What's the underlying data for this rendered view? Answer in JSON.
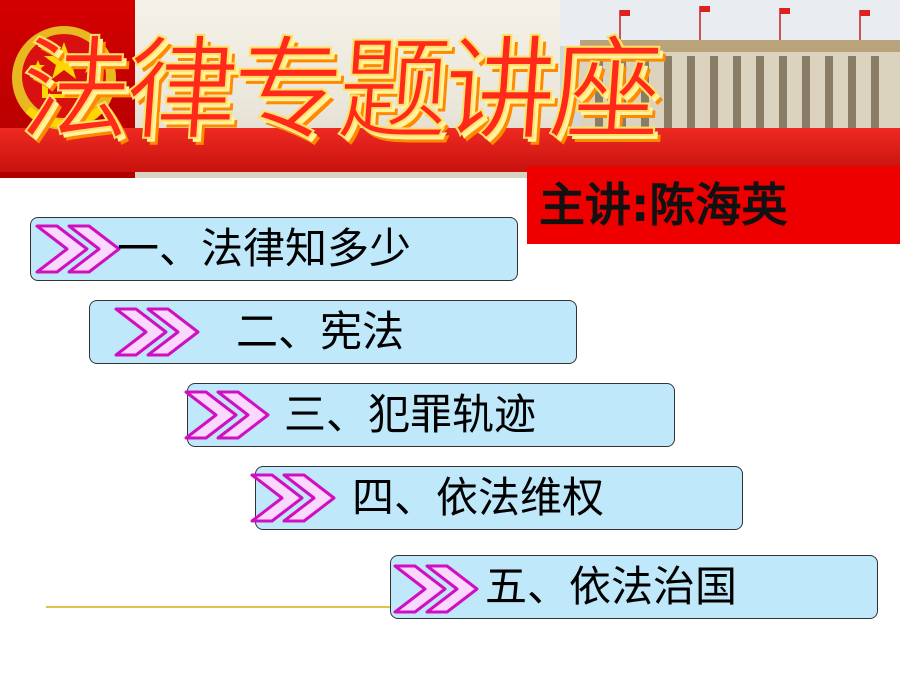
{
  "header": {
    "title": "法律专题讲座",
    "speaker": "主讲:陈海英"
  },
  "menu": {
    "items": [
      {
        "label": "一、法律知多少"
      },
      {
        "label": "二、宪法"
      },
      {
        "label": "三、犯罪轨迹"
      },
      {
        "label": "四、依法维权"
      },
      {
        "label": "五、依法治国"
      }
    ]
  },
  "icons": {
    "bullet": "double-chevron-arrow-icon",
    "emblem": "national-emblem-icon",
    "building": "great-hall-building-icon"
  },
  "colors": {
    "banner_red": "#d40000",
    "speaker_bg": "#ee0000",
    "box_bg": "#bfe8fb",
    "arrow": "#e020d0",
    "rule": "#e3c24a"
  }
}
